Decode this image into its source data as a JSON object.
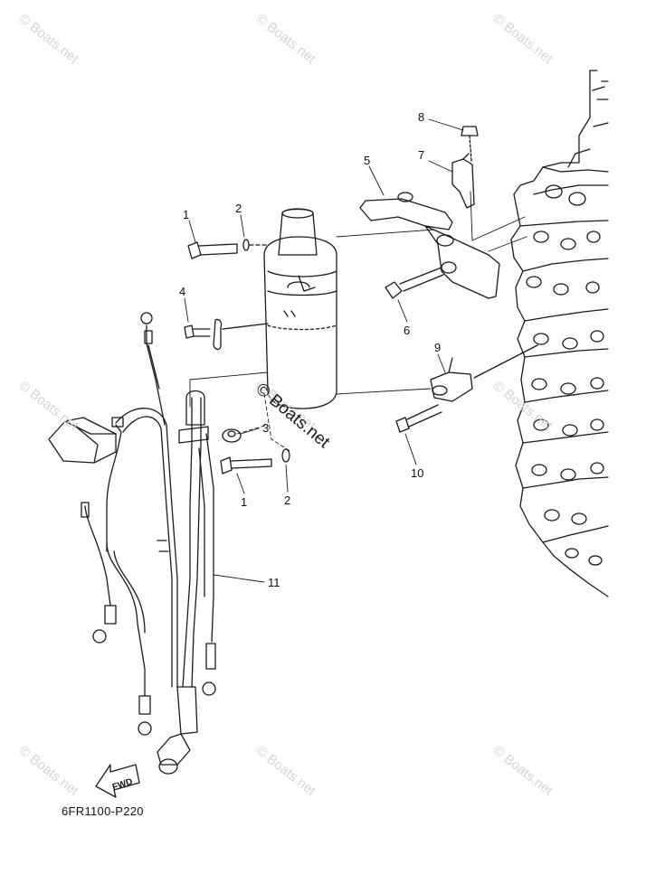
{
  "watermarks": [
    "© Boats.net",
    "© Boats.net",
    "© Boats.net",
    "© Boats.net",
    "© Boats.net",
    "© Boats.net",
    "© Boats.net",
    "© Boats.net",
    "© Boats.net"
  ],
  "center_watermark": "© Boats.net",
  "callouts": [
    "1",
    "2",
    "4",
    "5",
    "7",
    "8",
    "6",
    "9",
    "3",
    "1",
    "2",
    "10",
    "11"
  ],
  "fwd_label": "FWD",
  "diagram_code": "6FR1100-P220"
}
